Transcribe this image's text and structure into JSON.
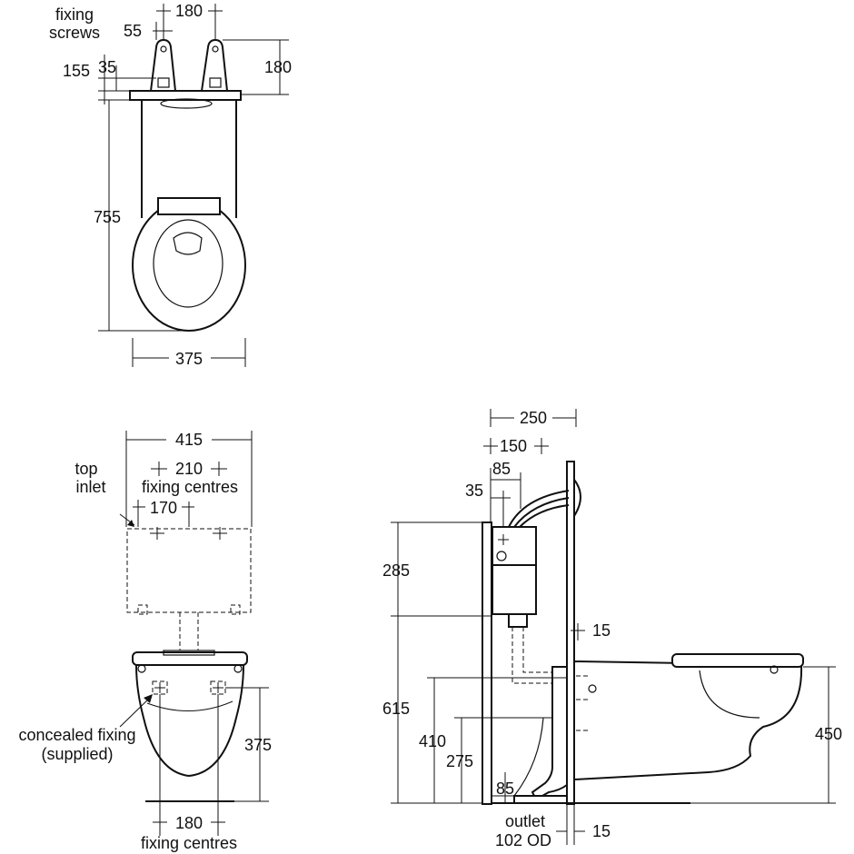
{
  "top_view": {
    "label_fixing_line1": "fixing",
    "label_fixing_line2": "screws",
    "dim_180_top": "180",
    "dim_55": "55",
    "dim_35": "35",
    "dim_155": "155",
    "dim_180_right": "180",
    "dim_755": "755",
    "dim_375": "375"
  },
  "front_view": {
    "dim_415": "415",
    "label_top_line1": "top",
    "label_top_line2": "inlet",
    "dim_210": "210",
    "label_fixing_centres_top": "fixing centres",
    "dim_170": "170",
    "label_concealed_line1": "concealed fixing",
    "label_concealed_line2": "(supplied)",
    "dim_375": "375",
    "dim_180": "180",
    "label_fixing_centres_bottom": "fixing centres"
  },
  "side_view": {
    "dim_250": "250",
    "dim_150": "150",
    "dim_85_top": "85",
    "dim_35": "35",
    "dim_285": "285",
    "dim_15_mid": "15",
    "dim_615": "615",
    "dim_410": "410",
    "dim_275": "275",
    "dim_85_bottom": "85",
    "dim_450": "450",
    "label_outlet_line1": "outlet",
    "label_outlet_line2": "102 OD",
    "dim_15_bottom": "15"
  }
}
